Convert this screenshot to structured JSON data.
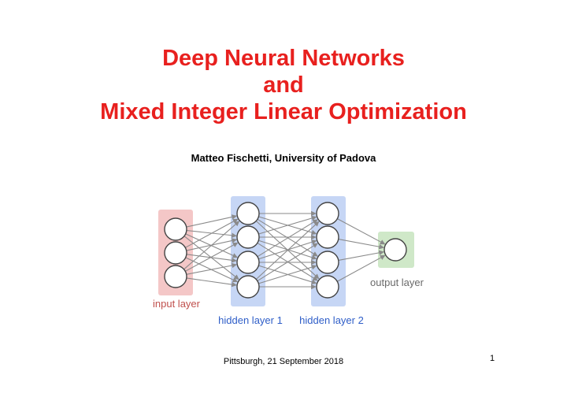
{
  "slide": {
    "title_lines": [
      "Deep Neural Networks",
      "and",
      "Mixed Integer Linear Optimization"
    ],
    "author": "Matteo Fischetti, University of Padova",
    "footer": "Pittsburgh, 21 September 2018",
    "page_number": "1"
  },
  "diagram": {
    "layers": [
      {
        "label": "input layer",
        "nodes": 3,
        "box_color": "#f4c7c7",
        "label_color": "#c0504d"
      },
      {
        "label": "hidden layer 1",
        "nodes": 4,
        "box_color": "#c6d6f5",
        "label_color": "#2f5ec8"
      },
      {
        "label": "hidden layer 2",
        "nodes": 4,
        "box_color": "#c6d6f5",
        "label_color": "#2f5ec8"
      },
      {
        "label": "output layer",
        "nodes": 1,
        "box_color": "#cfe8c8",
        "label_color": "#6a6a6a"
      }
    ],
    "node_stroke": "#444444",
    "edge_color": "#8a8a8a"
  }
}
